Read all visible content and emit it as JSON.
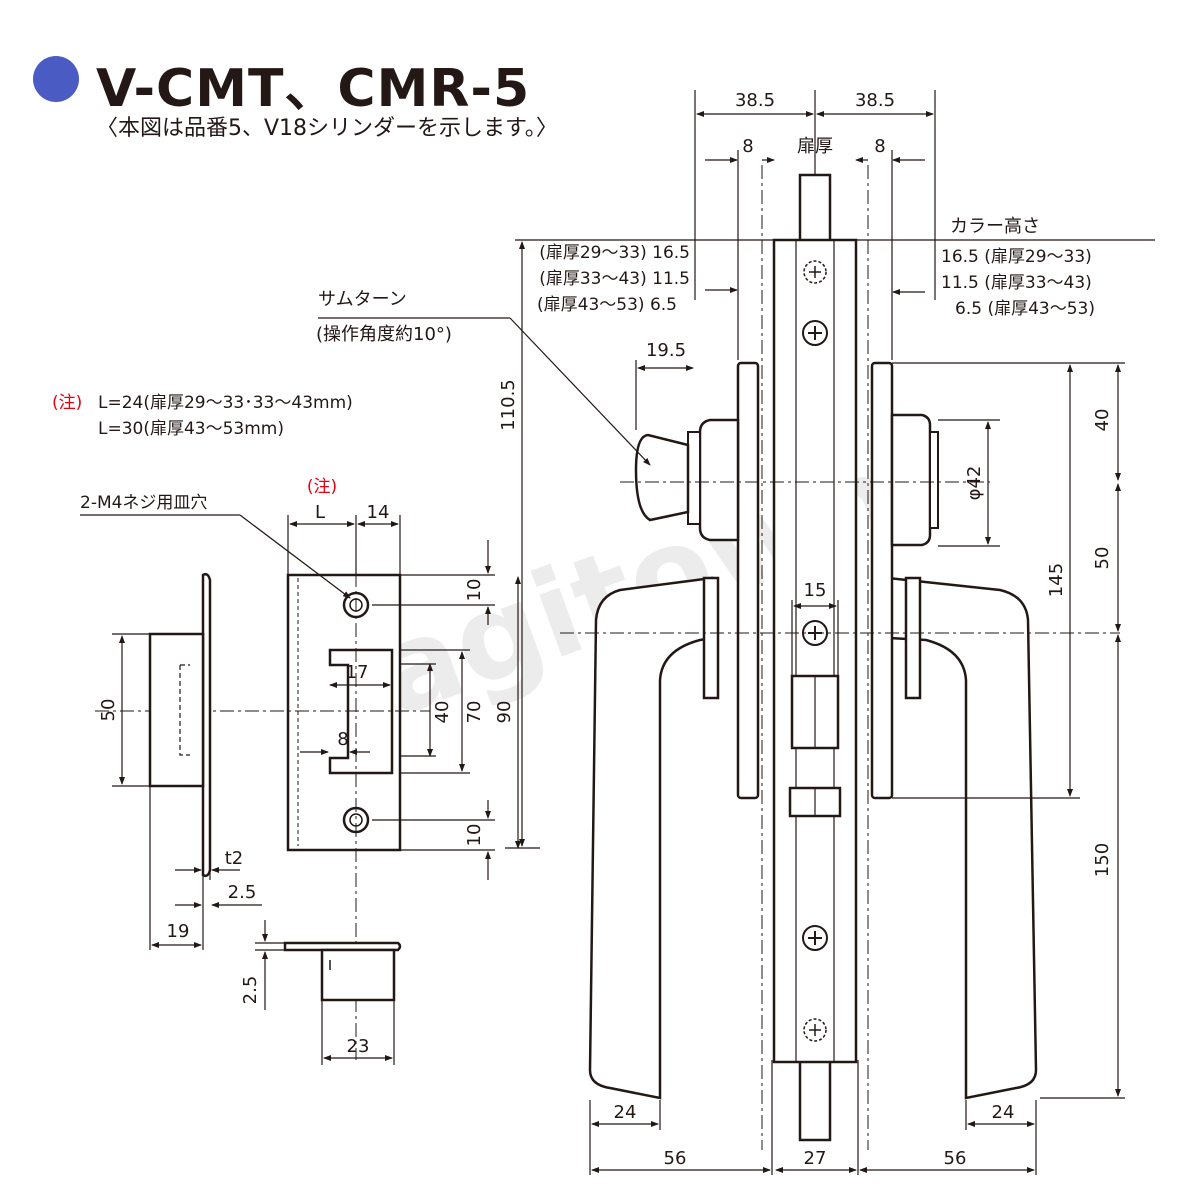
{
  "header": {
    "title": "V-CMT、CMR-5",
    "subtitle": "〈本図は品番5、V18シリンダーを示します。〉",
    "dot_color": "#4a5bc4"
  },
  "colors": {
    "line": "#231815",
    "note": "#e60012",
    "watermark": "#d9d9d9"
  },
  "watermark": "kagitown",
  "note": {
    "marker": "(注)",
    "line1": "L=24(扉厚29～33･33～43mm)",
    "line2": "L=30(扉厚43～53mm)"
  },
  "labels": {
    "thumbturn": "サムターン",
    "thumbturn_angle": "(操作角度約10°)",
    "screw_hole": "2-M4ネジ用皿穴",
    "collar_height": "カラー高さ",
    "door_thickness": "扉厚",
    "note_marker_strike": "(注)",
    "dim_L": "L",
    "left_collar": [
      "(扉厚29～33) 16.5",
      "(扉厚33～43) 11.5",
      "(扉厚43～53) 6.5"
    ],
    "right_collar": [
      "16.5 (扉厚29～33)",
      "11.5 (扉厚33～43)",
      "6.5 (扉厚43～53)"
    ]
  },
  "dimensions": {
    "top_left": "38.5",
    "top_right": "38.5",
    "door_side_left": "8",
    "door_side_right": "8",
    "thumbturn_width": "19.5",
    "overall_height": "110.5",
    "phi": "φ42",
    "d40_right": "40",
    "d50_right": "50",
    "d145": "145",
    "d150": "150",
    "d15": "15",
    "lever_left_24": "24",
    "lever_left_56": "56",
    "lever_right_24": "24",
    "lever_right_56": "56",
    "front_27": "27",
    "strike_14": "14",
    "strike_10_top": "10",
    "strike_10_bottom": "10",
    "strike_17": "17",
    "strike_8": "8",
    "strike_40": "40",
    "strike_70": "70",
    "strike_90": "90",
    "box_50": "50",
    "box_t2": "t2",
    "box_2_5": "2.5",
    "box_19": "19",
    "bottom_2_5": "2.5",
    "bottom_23": "23"
  }
}
